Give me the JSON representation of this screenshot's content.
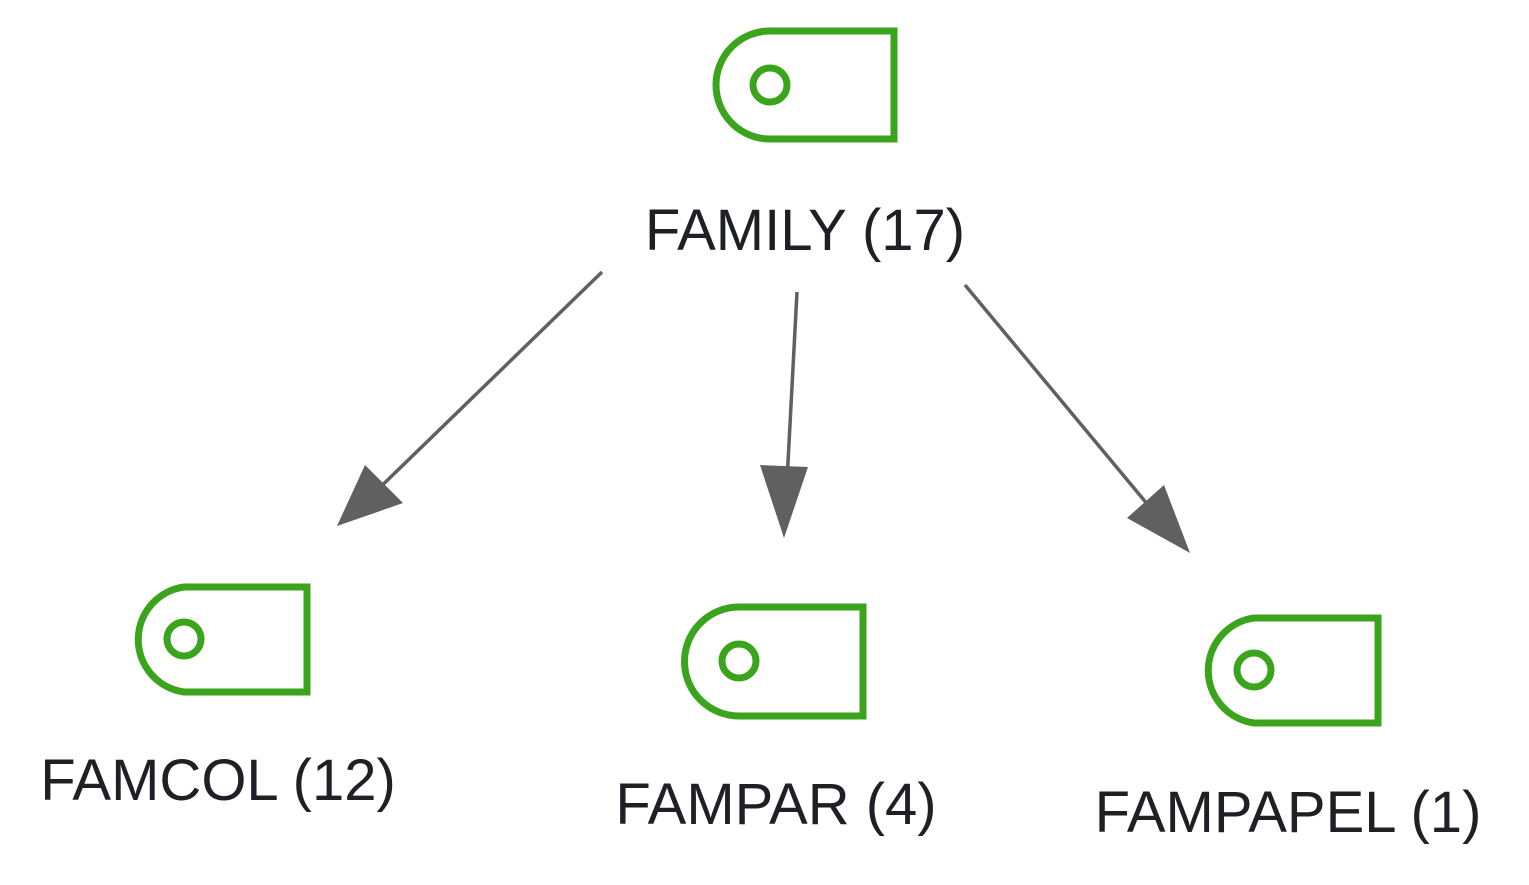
{
  "diagram": {
    "nodes": [
      {
        "id": "family",
        "label": "FAMILY (17)",
        "icon": "tag-icon"
      },
      {
        "id": "famcol",
        "label": "FAMCOL (12)",
        "icon": "tag-icon"
      },
      {
        "id": "fampar",
        "label": "FAMPAR (4)",
        "icon": "tag-icon"
      },
      {
        "id": "fampapel",
        "label": "FAMPAPEL (1)",
        "icon": "tag-icon"
      }
    ],
    "edges": [
      {
        "from": "family",
        "to": "famcol"
      },
      {
        "from": "family",
        "to": "fampar"
      },
      {
        "from": "family",
        "to": "fampapel"
      }
    ],
    "colors": {
      "icon_stroke": "#3aa51c",
      "edge": "#606060",
      "label": "#1f1f26",
      "background": "#ffffff"
    }
  }
}
